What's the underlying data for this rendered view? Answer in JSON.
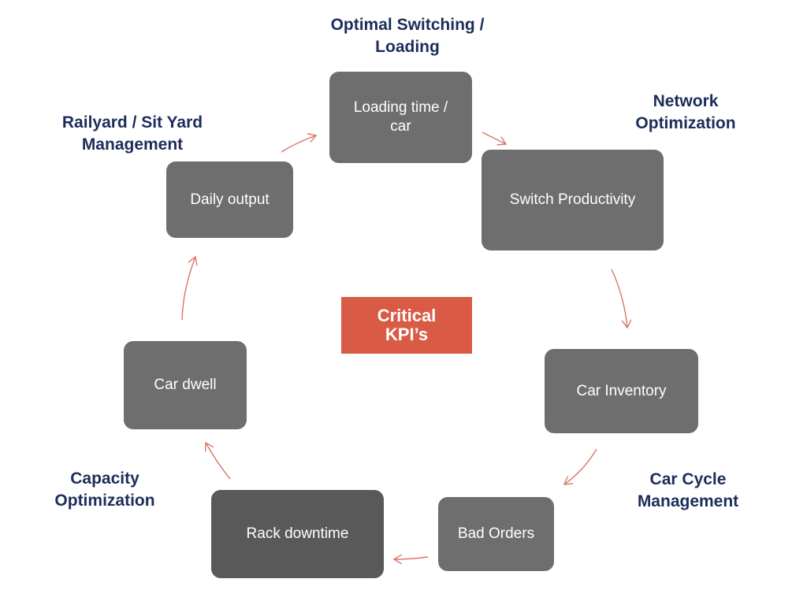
{
  "nodes": {
    "loading_time": "Loading time /\ncar",
    "switch_productivity": "Switch Productivity",
    "car_inventory": "Car Inventory",
    "bad_orders": "Bad Orders",
    "rack_downtime": "Rack downtime",
    "car_dwell": "Car dwell",
    "daily_output": "Daily output"
  },
  "center_label": "Critical\nKPI’s",
  "labels": {
    "optimal_switching": "Optimal Switching /\nLoading",
    "network_optimization": "Network\nOptimization",
    "railyard_management": "Railyard / Sit Yard\nManagement",
    "car_cycle_management": "Car Cycle\nManagement",
    "capacity_optimization": "Capacity\nOptimization"
  },
  "colors": {
    "node": "#6e6e6e",
    "node_dark": "#595959",
    "center": "#d95b45",
    "arrow": "#d9756a",
    "label": "#1c2d5a"
  }
}
